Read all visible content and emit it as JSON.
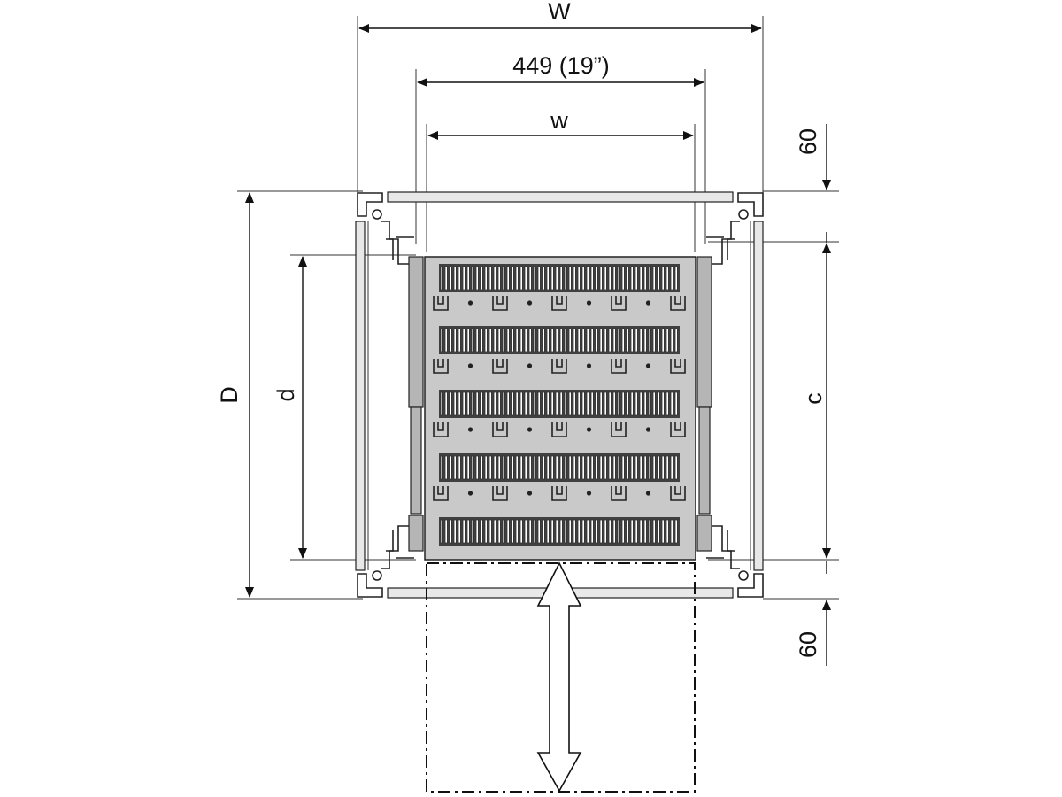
{
  "dimensions": {
    "outer_width": "W",
    "rack_width": "449 (19”)",
    "inner_width": "w",
    "outer_depth": "D",
    "shelf_depth": "d",
    "adjust_distance": "c",
    "top_offset": "60",
    "bottom_offset": "60"
  },
  "shelf": {
    "slot_rows": 5,
    "clip_rows": 4,
    "clips_per_row": 5
  },
  "icons": {
    "pull_direction": "double-arrow-icon"
  }
}
